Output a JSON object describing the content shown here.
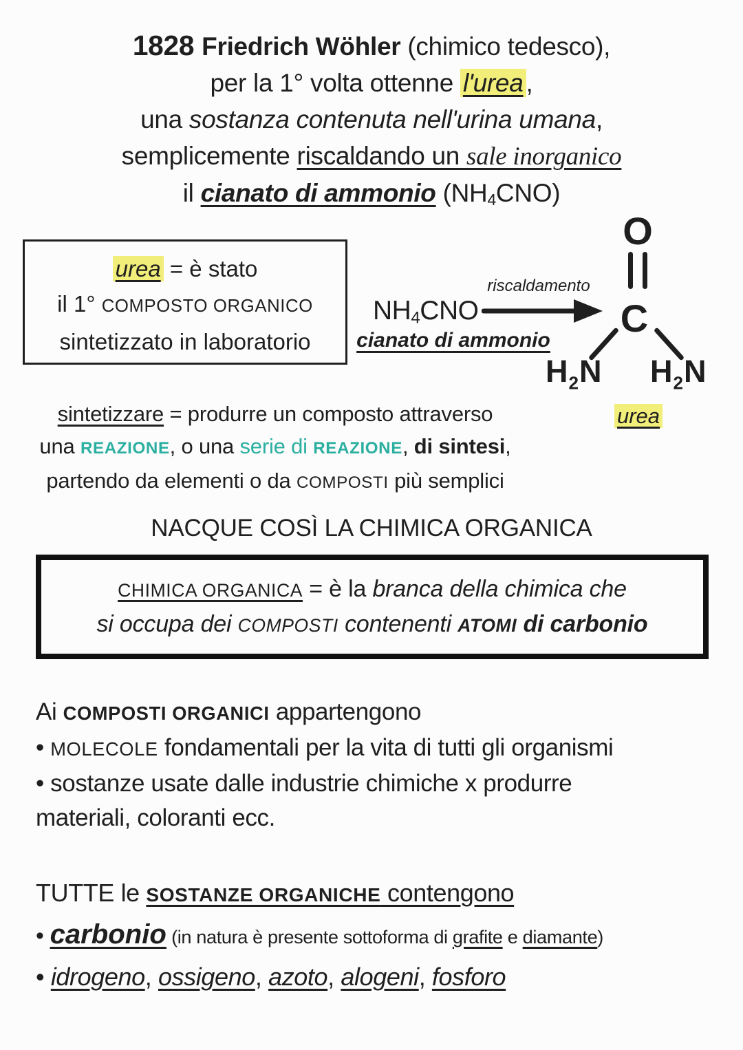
{
  "page": {
    "background": "#fcfcfc",
    "ink_color": "#1f1f1f",
    "highlight_color": "#f1ee7a",
    "teal_color": "#2bafa0"
  },
  "title": {
    "lines": [
      [
        {
          "t": "1828 ",
          "s": "b xl"
        },
        {
          "t": "Friedrich Wöhler",
          "s": "b"
        },
        {
          "t": " (chimico tedesco),",
          "s": ""
        }
      ],
      [
        {
          "t": "per la 1° volta ottenne ",
          "s": ""
        },
        {
          "t": "l'urea",
          "s": "i u hl"
        },
        {
          "t": ",",
          "s": ""
        }
      ],
      [
        {
          "t": "una ",
          "s": ""
        },
        {
          "t": "sostanza contenuta nell'urina umana",
          "s": "i"
        },
        {
          "t": ",",
          "s": ""
        }
      ],
      [
        {
          "t": "semplicemente ",
          "s": ""
        },
        {
          "t": "riscaldando un ",
          "s": "u"
        },
        {
          "t": "sale inorganico",
          "s": "u serif i"
        }
      ],
      [
        {
          "t": "il ",
          "s": ""
        },
        {
          "t": "cianato di ammonio",
          "s": "b i u"
        },
        {
          "t": " (NH",
          "s": ""
        },
        {
          "t": "4",
          "s": "sub"
        },
        {
          "t": "CNO)",
          "s": ""
        }
      ]
    ]
  },
  "urea_box": {
    "lines": [
      [
        {
          "t": "urea",
          "s": "i u hl"
        },
        {
          "t": " = è stato",
          "s": ""
        }
      ],
      [
        {
          "t": "il 1° ",
          "s": ""
        },
        {
          "t": "COMPOSTO ORGANICO",
          "s": "sc"
        }
      ],
      [
        {
          "t": "sintetizzato in laboratorio",
          "s": ""
        }
      ]
    ]
  },
  "reaction": {
    "reagent": [
      {
        "t": "NH",
        "s": ""
      },
      {
        "t": "4",
        "s": "sub"
      },
      {
        "t": "CNO",
        "s": ""
      }
    ],
    "condition": "riscaldamento",
    "reagent_caption": "cianato di ammonio",
    "arrow_icon": "reaction-arrow"
  },
  "structure": {
    "oxygen": "O",
    "carbon": "C",
    "amine_left": [
      {
        "t": "H",
        "s": ""
      },
      {
        "t": "2",
        "s": "sub2"
      },
      {
        "t": "N",
        "s": ""
      }
    ],
    "amine_right": [
      {
        "t": "H",
        "s": ""
      },
      {
        "t": "2",
        "s": "sub2"
      },
      {
        "t": "N",
        "s": ""
      }
    ],
    "caption": [
      {
        "t": "urea",
        "s": "i u hl"
      }
    ]
  },
  "definition_sintetizzare": {
    "lines": [
      [
        {
          "t": "sintetizzare",
          "s": "u"
        },
        {
          "t": " = produrre un composto attraverso",
          "s": ""
        }
      ],
      [
        {
          "t": "una ",
          "s": ""
        },
        {
          "t": "REAZIONE",
          "s": "sc teal b"
        },
        {
          "t": ", o una ",
          "s": ""
        },
        {
          "t": "serie di ",
          "s": "teal"
        },
        {
          "t": "REAZIONE",
          "s": "sc teal b"
        },
        {
          "t": ", ",
          "s": ""
        },
        {
          "t": "di sintesi",
          "s": "b"
        },
        {
          "t": ",",
          "s": ""
        }
      ],
      [
        {
          "t": "partendo da elementi o da ",
          "s": ""
        },
        {
          "t": "COMPOSTI",
          "s": "sc"
        },
        {
          "t": " più semplici",
          "s": ""
        }
      ]
    ]
  },
  "heading": "NACQUE COSÌ LA CHIMICA ORGANICA",
  "organic_box": {
    "lines": [
      [
        {
          "t": "CHIMICA ORGANICA",
          "s": "sc u"
        },
        {
          "t": " = è la ",
          "s": ""
        },
        {
          "t": "branca della chimica che",
          "s": "i"
        }
      ],
      [
        {
          "t": "si occupa dei ",
          "s": "i"
        },
        {
          "t": "COMPOSTI",
          "s": "sc i"
        },
        {
          "t": " contenenti ",
          "s": "i"
        },
        {
          "t": "ATOMI",
          "s": "sc b i"
        },
        {
          "t": " ",
          "s": ""
        },
        {
          "t": "di carbonio",
          "s": "b i"
        }
      ]
    ]
  },
  "belong_section": {
    "lines": [
      [
        {
          "t": "Ai ",
          "s": ""
        },
        {
          "t": "COMPOSTI ORGANICI",
          "s": "sc b"
        },
        {
          "t": " appartengono",
          "s": ""
        }
      ],
      [
        {
          "t": "• ",
          "s": ""
        },
        {
          "t": "MOLECOLE",
          "s": "sc"
        },
        {
          "t": " fondamentali per la vita di tutti gli organismi",
          "s": ""
        }
      ],
      [
        {
          "t": "• sostanze usate dalle industrie chimiche x produrre",
          "s": ""
        }
      ],
      [
        {
          "t": "materiali, coloranti ecc.",
          "s": ""
        }
      ]
    ]
  },
  "contain_section": {
    "lines": [
      [
        {
          "t": "TUTTE le ",
          "s": ""
        },
        {
          "t": "SOSTANZE ORGANICHE",
          "s": "sc b u"
        },
        {
          "t": " contengono",
          "s": "u"
        }
      ],
      [
        {
          "t": "• ",
          "s": ""
        },
        {
          "t": "carbonio",
          "s": "b i u xl2"
        },
        {
          "t": " (in natura è presente sottoforma di ",
          "s": "sm"
        },
        {
          "t": "grafite",
          "s": "sm u"
        },
        {
          "t": " e ",
          "s": "sm"
        },
        {
          "t": "diamante",
          "s": "sm u"
        },
        {
          "t": ")",
          "s": "sm"
        }
      ],
      [
        {
          "t": "• ",
          "s": ""
        },
        {
          "t": "idrogeno",
          "s": "i u"
        },
        {
          "t": ", ",
          "s": ""
        },
        {
          "t": "ossigeno",
          "s": "i u"
        },
        {
          "t": ", ",
          "s": ""
        },
        {
          "t": "azoto",
          "s": "i u"
        },
        {
          "t": ", ",
          "s": ""
        },
        {
          "t": "alogeni",
          "s": "i u"
        },
        {
          "t": ", ",
          "s": ""
        },
        {
          "t": "fosforo",
          "s": "i u"
        }
      ]
    ]
  }
}
